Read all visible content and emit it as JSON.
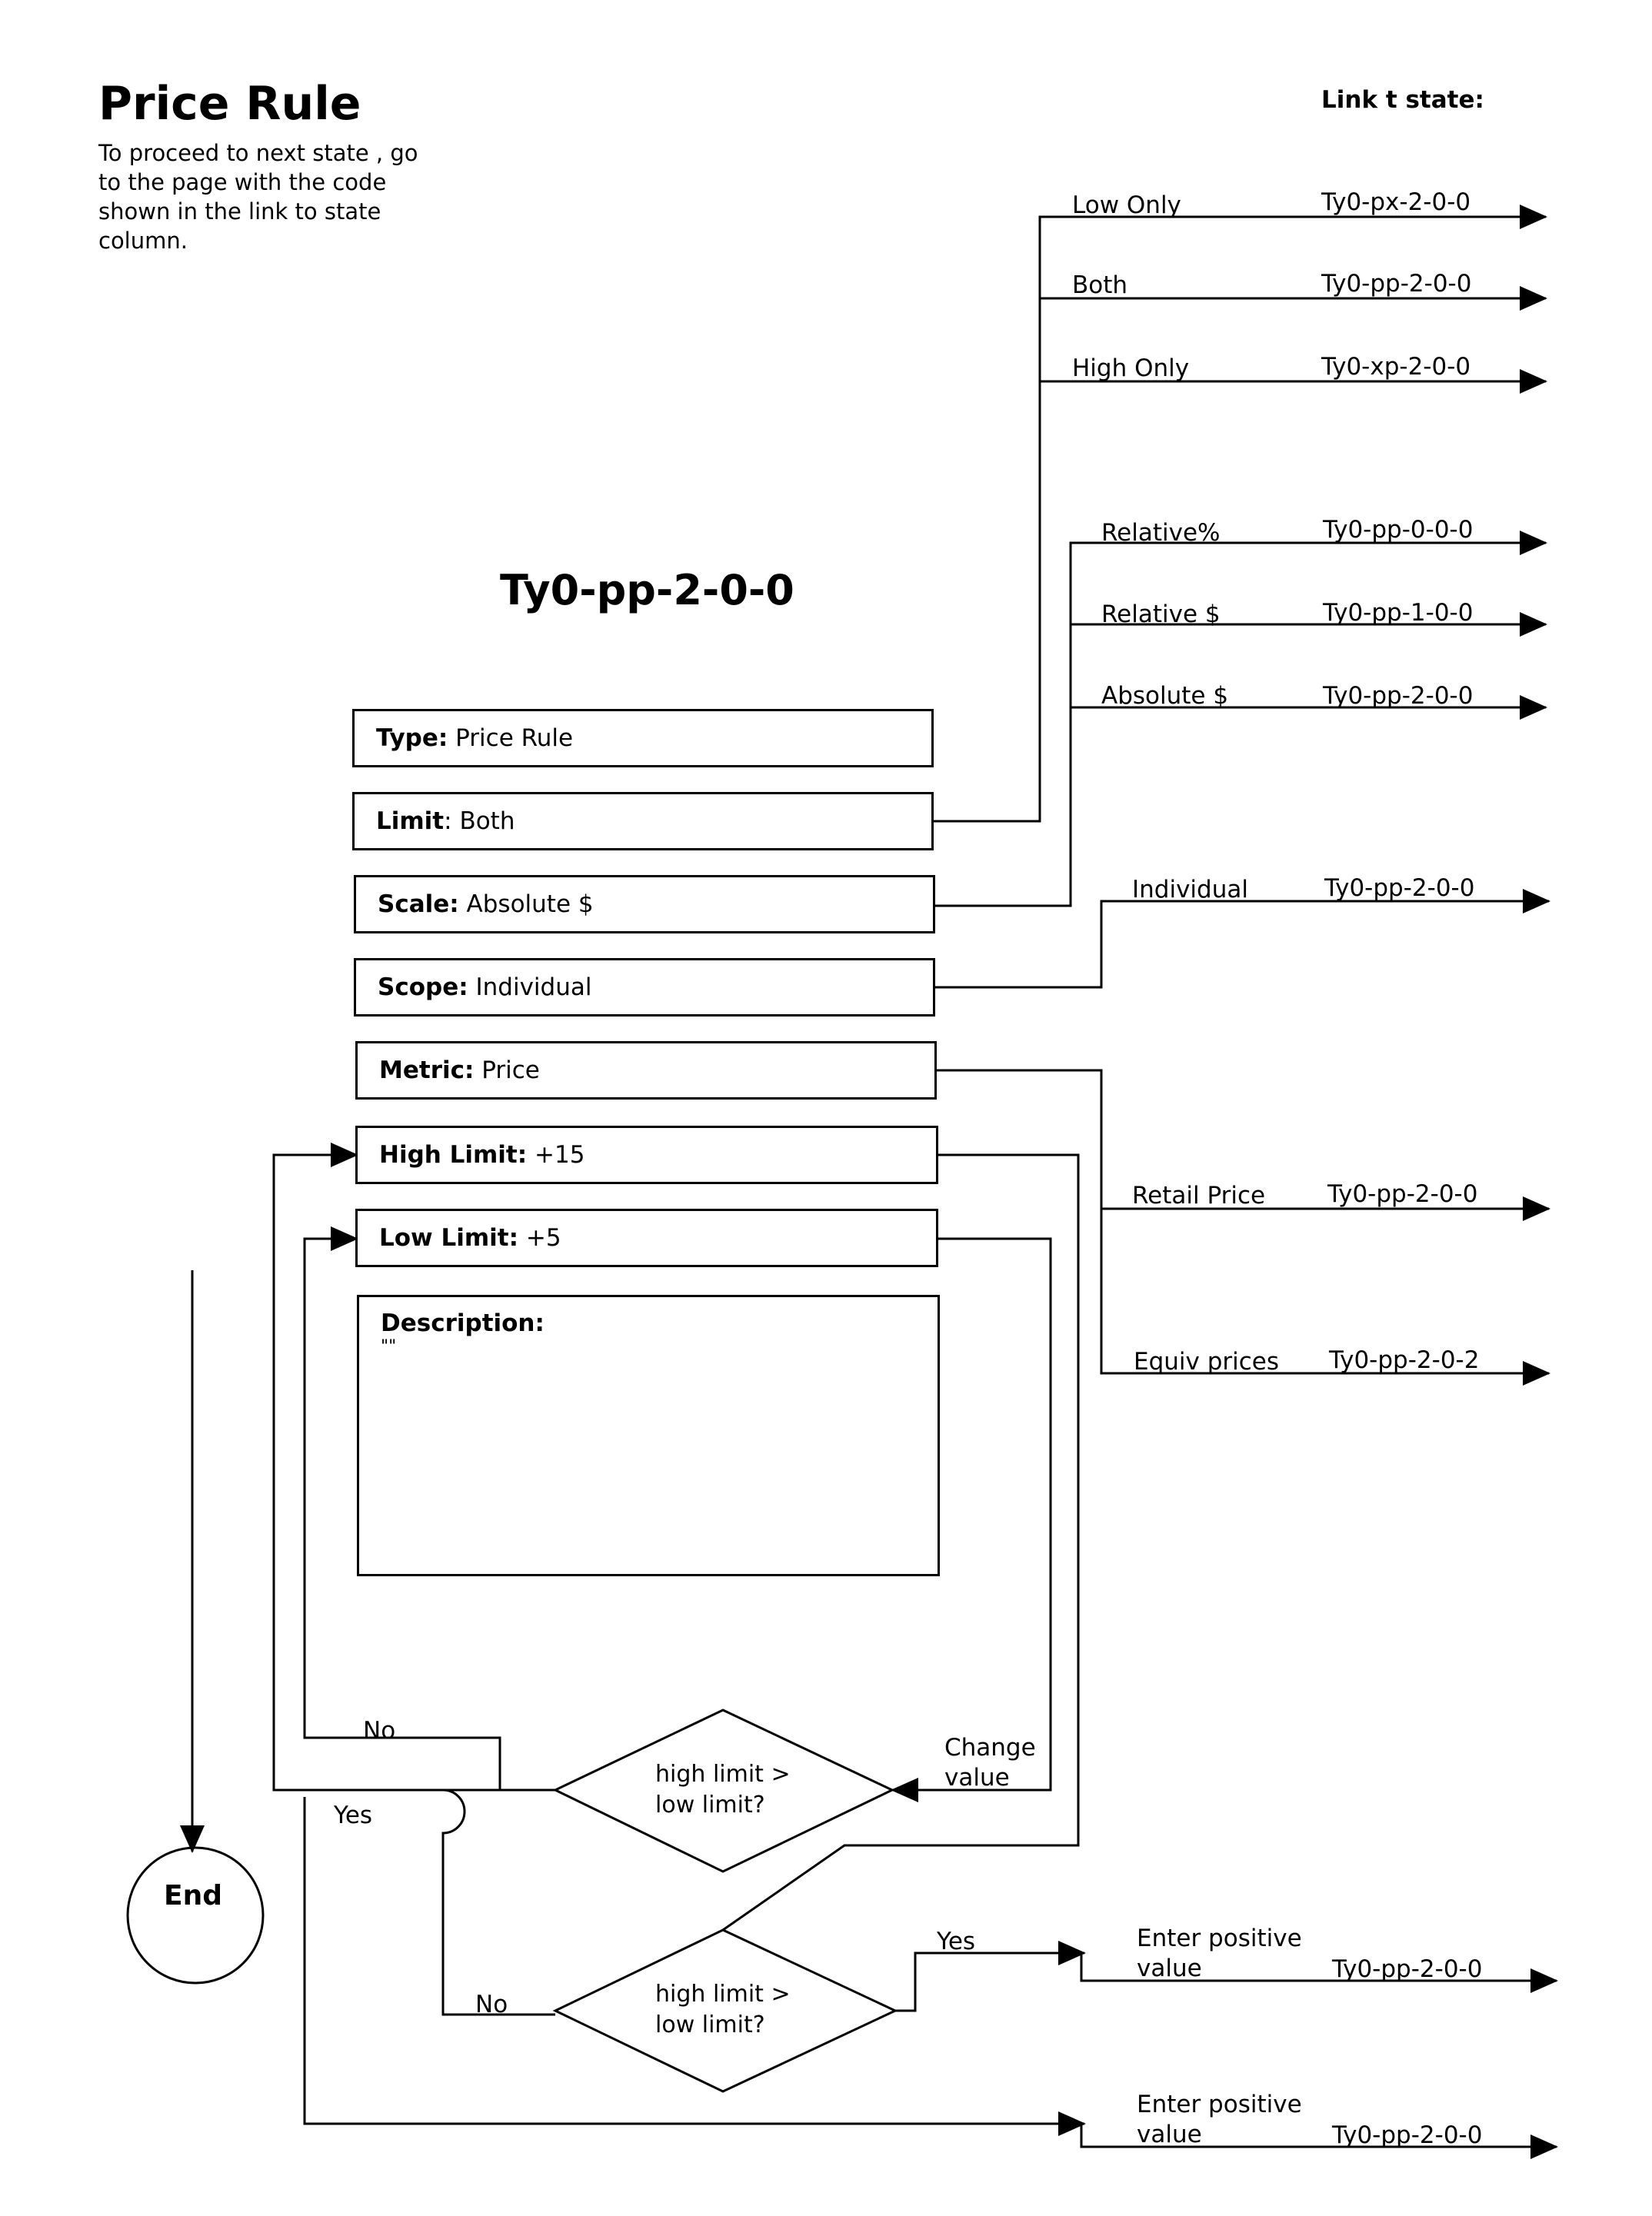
{
  "header": {
    "title": "Price Rule",
    "instructions": "To proceed to next state , go to the page with the code shown in the link to state column.",
    "link_heading": "Link t   state:"
  },
  "state_code": "Ty0-pp-2-0-0",
  "fields": {
    "type": {
      "label": "Type:",
      "value": "Price Rule"
    },
    "limit": {
      "label": "Limit",
      "sep": ":",
      "value": "Both"
    },
    "scale": {
      "label": "Scale:",
      "value": "Absolute $"
    },
    "scope": {
      "label": "Scope:",
      "value": "Individual"
    },
    "metric": {
      "label": "Metric:",
      "value": "Price"
    },
    "high_limit": {
      "label": "High Limit:",
      "value": "+15"
    },
    "low_limit": {
      "label": "Low Limit:",
      "value": "+5"
    },
    "description": {
      "label": "Description:",
      "value": "\"\""
    }
  },
  "limit_options": [
    {
      "label": "Low Only",
      "code": "Ty0-px-2-0-0"
    },
    {
      "label": "Both",
      "code": "Ty0-pp-2-0-0"
    },
    {
      "label": "High Only",
      "code": "Ty0-xp-2-0-0"
    }
  ],
  "scale_options": [
    {
      "label": "Relative%",
      "code": "Ty0-pp-0-0-0"
    },
    {
      "label": "Relative $",
      "code": "Ty0-pp-1-0-0"
    },
    {
      "label": "Absolute $",
      "code": "Ty0-pp-2-0-0"
    }
  ],
  "scope_options": [
    {
      "label": "Individual",
      "code": "Ty0-pp-2-0-0"
    }
  ],
  "metric_options": [
    {
      "label": "Retail Price",
      "code": "Ty0-pp-2-0-0"
    },
    {
      "label": "Equiv prices",
      "code": "Ty0-pp-2-0-2"
    }
  ],
  "decision1": {
    "text_line1": "high limit >",
    "text_line2": "low limit?",
    "no_label": "No",
    "yes_label": "Yes",
    "change_line1": "Change",
    "change_line2": "value"
  },
  "decision2": {
    "text_line1": "high limit >",
    "text_line2": "low limit?",
    "no_label": "No",
    "yes_label": "Yes"
  },
  "outcomes": [
    {
      "line1": "Enter positive",
      "line2": "value",
      "code": "Ty0-pp-2-0-0"
    },
    {
      "line1": "Enter positive",
      "line2": "value",
      "code": "Ty0-pp-2-0-0"
    }
  ],
  "end_label": "End"
}
